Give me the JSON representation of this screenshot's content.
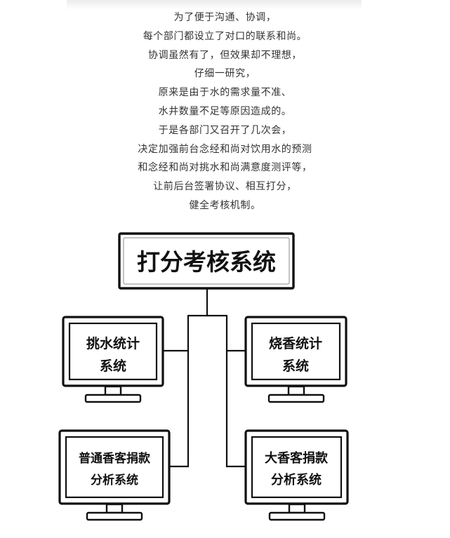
{
  "story": {
    "lines": [
      "为了便于沟通、协调，",
      "每个部门都设立了对口的联系和尚。",
      "协调虽然有了，但效果却不理想，",
      "仔细一研究，",
      "原来是由于水的需求量不准、",
      "水井数量不足等原因造成的。",
      "于是各部门又召开了几次会，",
      "决定加强前台念经和尚对饮用水的预测",
      "和念经和尚对挑水和尚满意度测评等，",
      "让前后台签署协议、相互打分，",
      "健全考核机制。"
    ]
  },
  "diagram": {
    "title": "打分考核系统",
    "monitors": {
      "top_left": {
        "line1": "挑水统计",
        "line2": "系统"
      },
      "top_right": {
        "line1": "烧香统计",
        "line2": "系统"
      },
      "bottom_left": {
        "line1": "普通香客捐款",
        "line2": "分析系统"
      },
      "bottom_right": {
        "line1": "大香客捐款",
        "line2": "分析系统"
      }
    }
  }
}
